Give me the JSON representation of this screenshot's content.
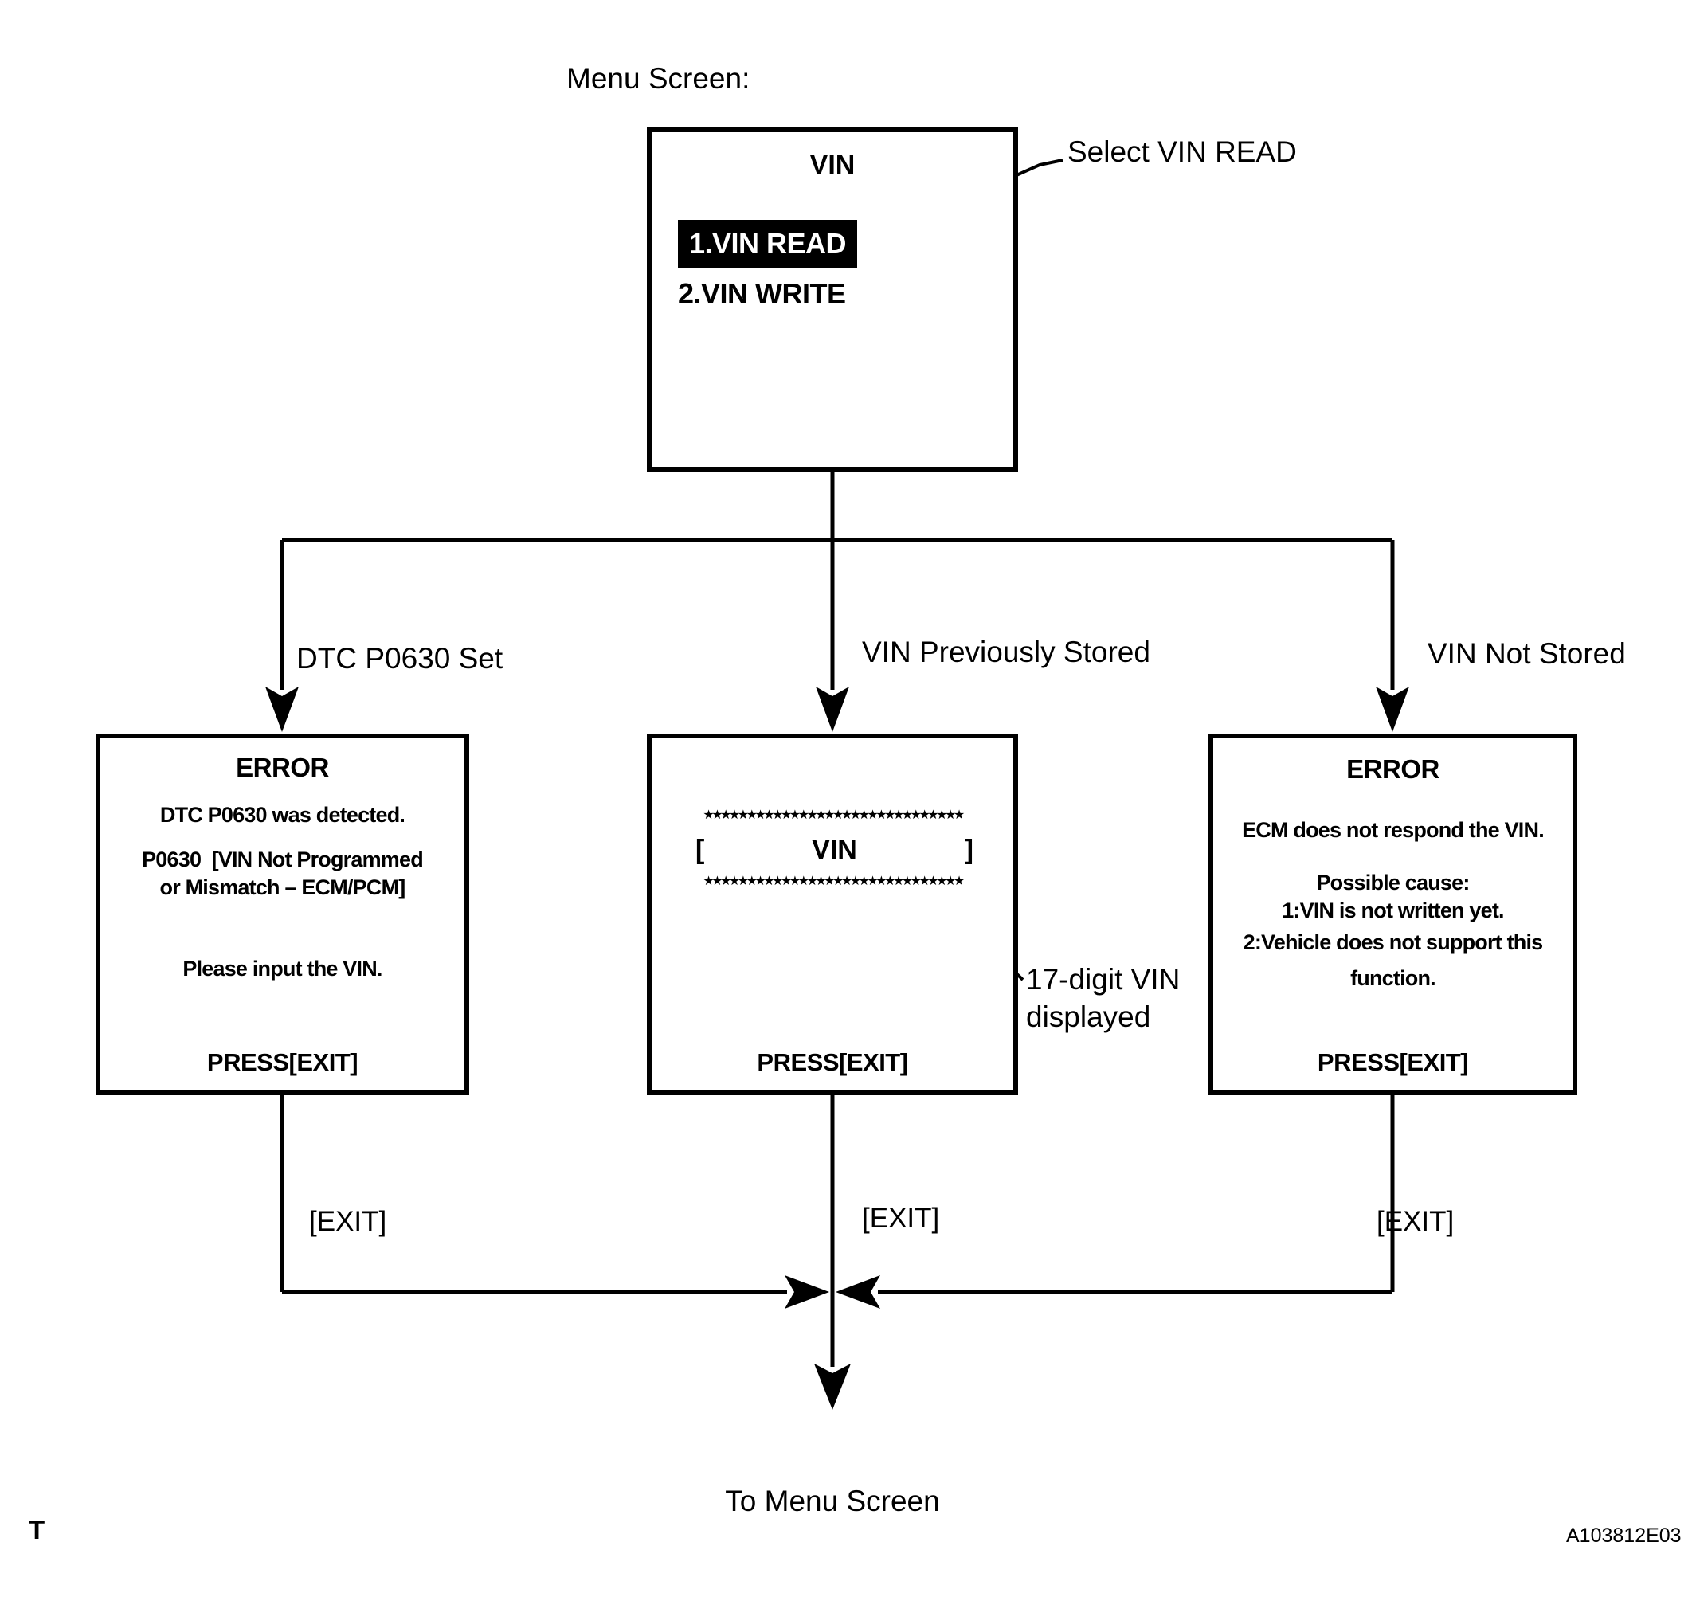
{
  "page_title": "Menu Screen:",
  "menu": {
    "screen_title": "VIN",
    "item_read": "1.VIN READ",
    "item_write": "2.VIN WRITE",
    "select_annotation": "Select VIN READ"
  },
  "branch_labels": {
    "left": "DTC P0630 Set",
    "center": "VIN Previously Stored",
    "right": "VIN Not Stored"
  },
  "screen_dtc_set": {
    "title": "ERROR",
    "line1": "DTC P0630 was detected.",
    "line2": "P0630  [VIN Not Programmed",
    "line3": "or Mismatch – ECM/PCM]",
    "line4": "Please input the VIN.",
    "footer": "PRESS[EXIT]"
  },
  "screen_vin_stored": {
    "stars": "★★★★★★★★★★★★★★★★★★★★★★★★★★★★★★",
    "bracket_open": "[",
    "vin_label": "VIN",
    "bracket_close": "]",
    "footer": "PRESS[EXIT]",
    "annotation_line1": "17-digit VIN",
    "annotation_line2": "displayed"
  },
  "screen_vin_not_stored": {
    "title": "ERROR",
    "line1": "ECM does not respond the VIN.",
    "line2": "Possible cause:",
    "line3": "1:VIN is not written yet.",
    "line4": "2:Vehicle does not support this",
    "line5": "function.",
    "footer": "PRESS[EXIT]"
  },
  "exit_labels": {
    "left": "[EXIT]",
    "center": "[EXIT]",
    "right": "[EXIT]"
  },
  "to_menu_label": "To Menu Screen",
  "page_footer": {
    "left": "T",
    "right": "A103812E03"
  },
  "colors": {
    "ink": "#000000",
    "background": "#ffffff"
  }
}
